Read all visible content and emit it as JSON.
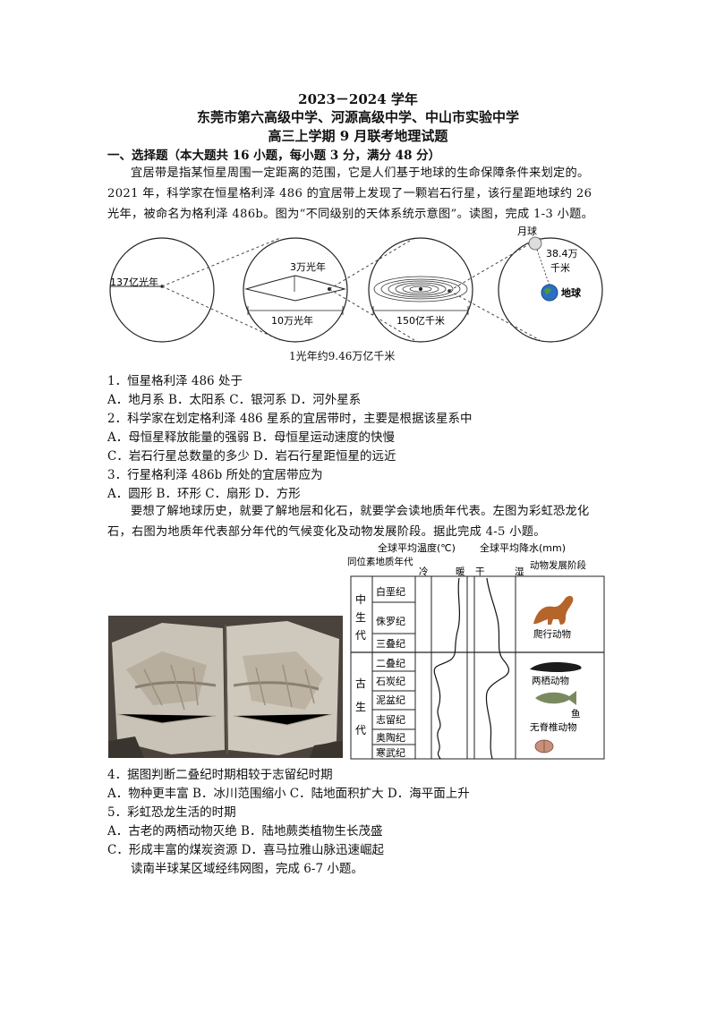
{
  "header": {
    "year": "2023－2024 学年",
    "schools": "东莞市第六高级中学、河源高级中学、中山市实验中学",
    "exam": "高三上学期 9 月联考地理试题"
  },
  "section1": {
    "heading": "一、选择题（本大题共 16 小题，每小题 3 分，满分 48 分）"
  },
  "intro1": {
    "l1": "宜居带是指某恒星周围一定距离的范围，它是人们基于地球的生命保障条件来划定的。",
    "l2": "2021 年，科学家在恒星格利泽 486 的宜居带上发现了一颗岩石行星，该行星距地球约 26",
    "l3": "光年，被命名为格利泽 486b。图为“不同级别的天体系统示意图”。读图，完成 1-3 小题。"
  },
  "diagram1": {
    "c1_label": "137亿光年",
    "c2_label_top": "3万光年",
    "c2_label_bottom": "10万光年",
    "c3_label_bottom": "150亿千米",
    "moon": "月球",
    "distance": "38.4万",
    "distance_unit": "千米",
    "earth": "地球",
    "note": "1光年约9.46万亿千米"
  },
  "q1": {
    "stem": "1．恒星格利泽 486 处于",
    "options": "A．地月系 B．太阳系 C．银河系 D．河外星系"
  },
  "q2": {
    "stem": "2．科学家在划定格利泽 486 星系的宜居带时，主要是根据该星系中",
    "opt_ab": "A．母恒星释放能量的强弱 B．母恒星运动速度的快慢",
    "opt_cd": "C．岩石行星总数量的多少 D．岩石行星距恒星的远近"
  },
  "q3": {
    "stem": "3．行星格利泽 486b 所处的宜居带应为",
    "options": "A．圆形 B．环形 C．扇形 D．方形"
  },
  "intro2": {
    "l1": "要想了解地球历史，就要了解地层和化石，就要学会读地质年代表。左图为彩虹恐龙化",
    "l2": "石，右图为地质年代表部分年代的气候变化及动物发展阶段。据此完成 4-5 小题。"
  },
  "chart": {
    "temp_title": "全球平均温度(℃)",
    "precip_title": "全球平均降水(mm)",
    "col_era": "同位素地质年代",
    "cold": "冷",
    "warm": "暖",
    "dry": "干",
    "wet": "湿",
    "col_animal": "动物发展阶段",
    "era_meso": [
      "中",
      "生",
      "代"
    ],
    "era_paleo": [
      "古",
      "生",
      "代"
    ],
    "periods": [
      "白垩纪",
      "侏罗纪",
      "三叠纪",
      "二叠纪",
      "石炭纪",
      "泥盆纪",
      "志留纪",
      "奥陶纪",
      "寒武纪"
    ],
    "animals": [
      "爬行动物",
      "两栖动物",
      "鱼",
      "无脊椎动物"
    ]
  },
  "q4": {
    "stem": "4．据图判断二叠纪时期相较于志留纪时期",
    "options": "A．物种更丰富 B．冰川范围缩小 C．陆地面积扩大 D．海平面上升"
  },
  "q5": {
    "stem": "5．彩虹恐龙生活的时期",
    "opt_ab": "A．古老的两栖动物灭绝 B．陆地蕨类植物生长茂盛",
    "opt_cd": "C．形成丰富的煤炭资源 D．喜马拉雅山脉迅速崛起"
  },
  "intro3": {
    "l1": "读南半球某区域经纬网图，完成 6-7 小题。"
  }
}
